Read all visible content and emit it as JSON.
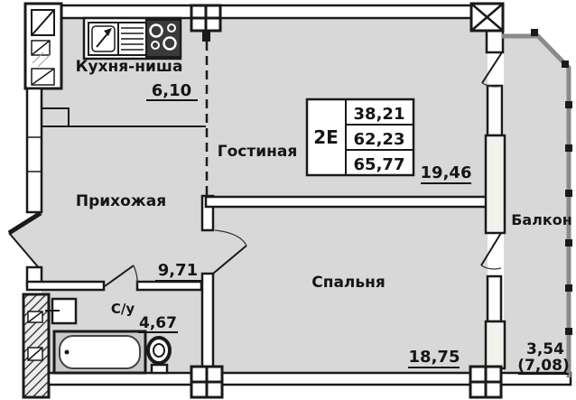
{
  "unit": {
    "type_label": "2Е",
    "area_values": [
      "38,21",
      "62,23",
      "65,77"
    ]
  },
  "rooms": {
    "kitchen": {
      "name": "Кухня-ниша",
      "area": "6,10"
    },
    "living": {
      "name": "Гостиная",
      "area": "19,46"
    },
    "hallway": {
      "name": "Прихожая",
      "area": "9,71"
    },
    "bathroom": {
      "name": "С/у",
      "area": "4,67"
    },
    "bedroom": {
      "name": "Спальня",
      "area": "18,75"
    },
    "balcony": {
      "name": "Балкон",
      "area": "3,54",
      "area_in_brackets": "(7,08)"
    }
  },
  "colors": {
    "wall": "#1a1a1a",
    "floor": "#d8d8d8",
    "railing": "#8a8a8a",
    "stove": "#3a3a3a"
  },
  "icons": [
    "sink-icon",
    "stove-icon",
    "bathtub-icon",
    "toilet-icon",
    "washbasin-icon",
    "ventilation-shaft-icon",
    "column-icon",
    "door-swing-icon"
  ]
}
